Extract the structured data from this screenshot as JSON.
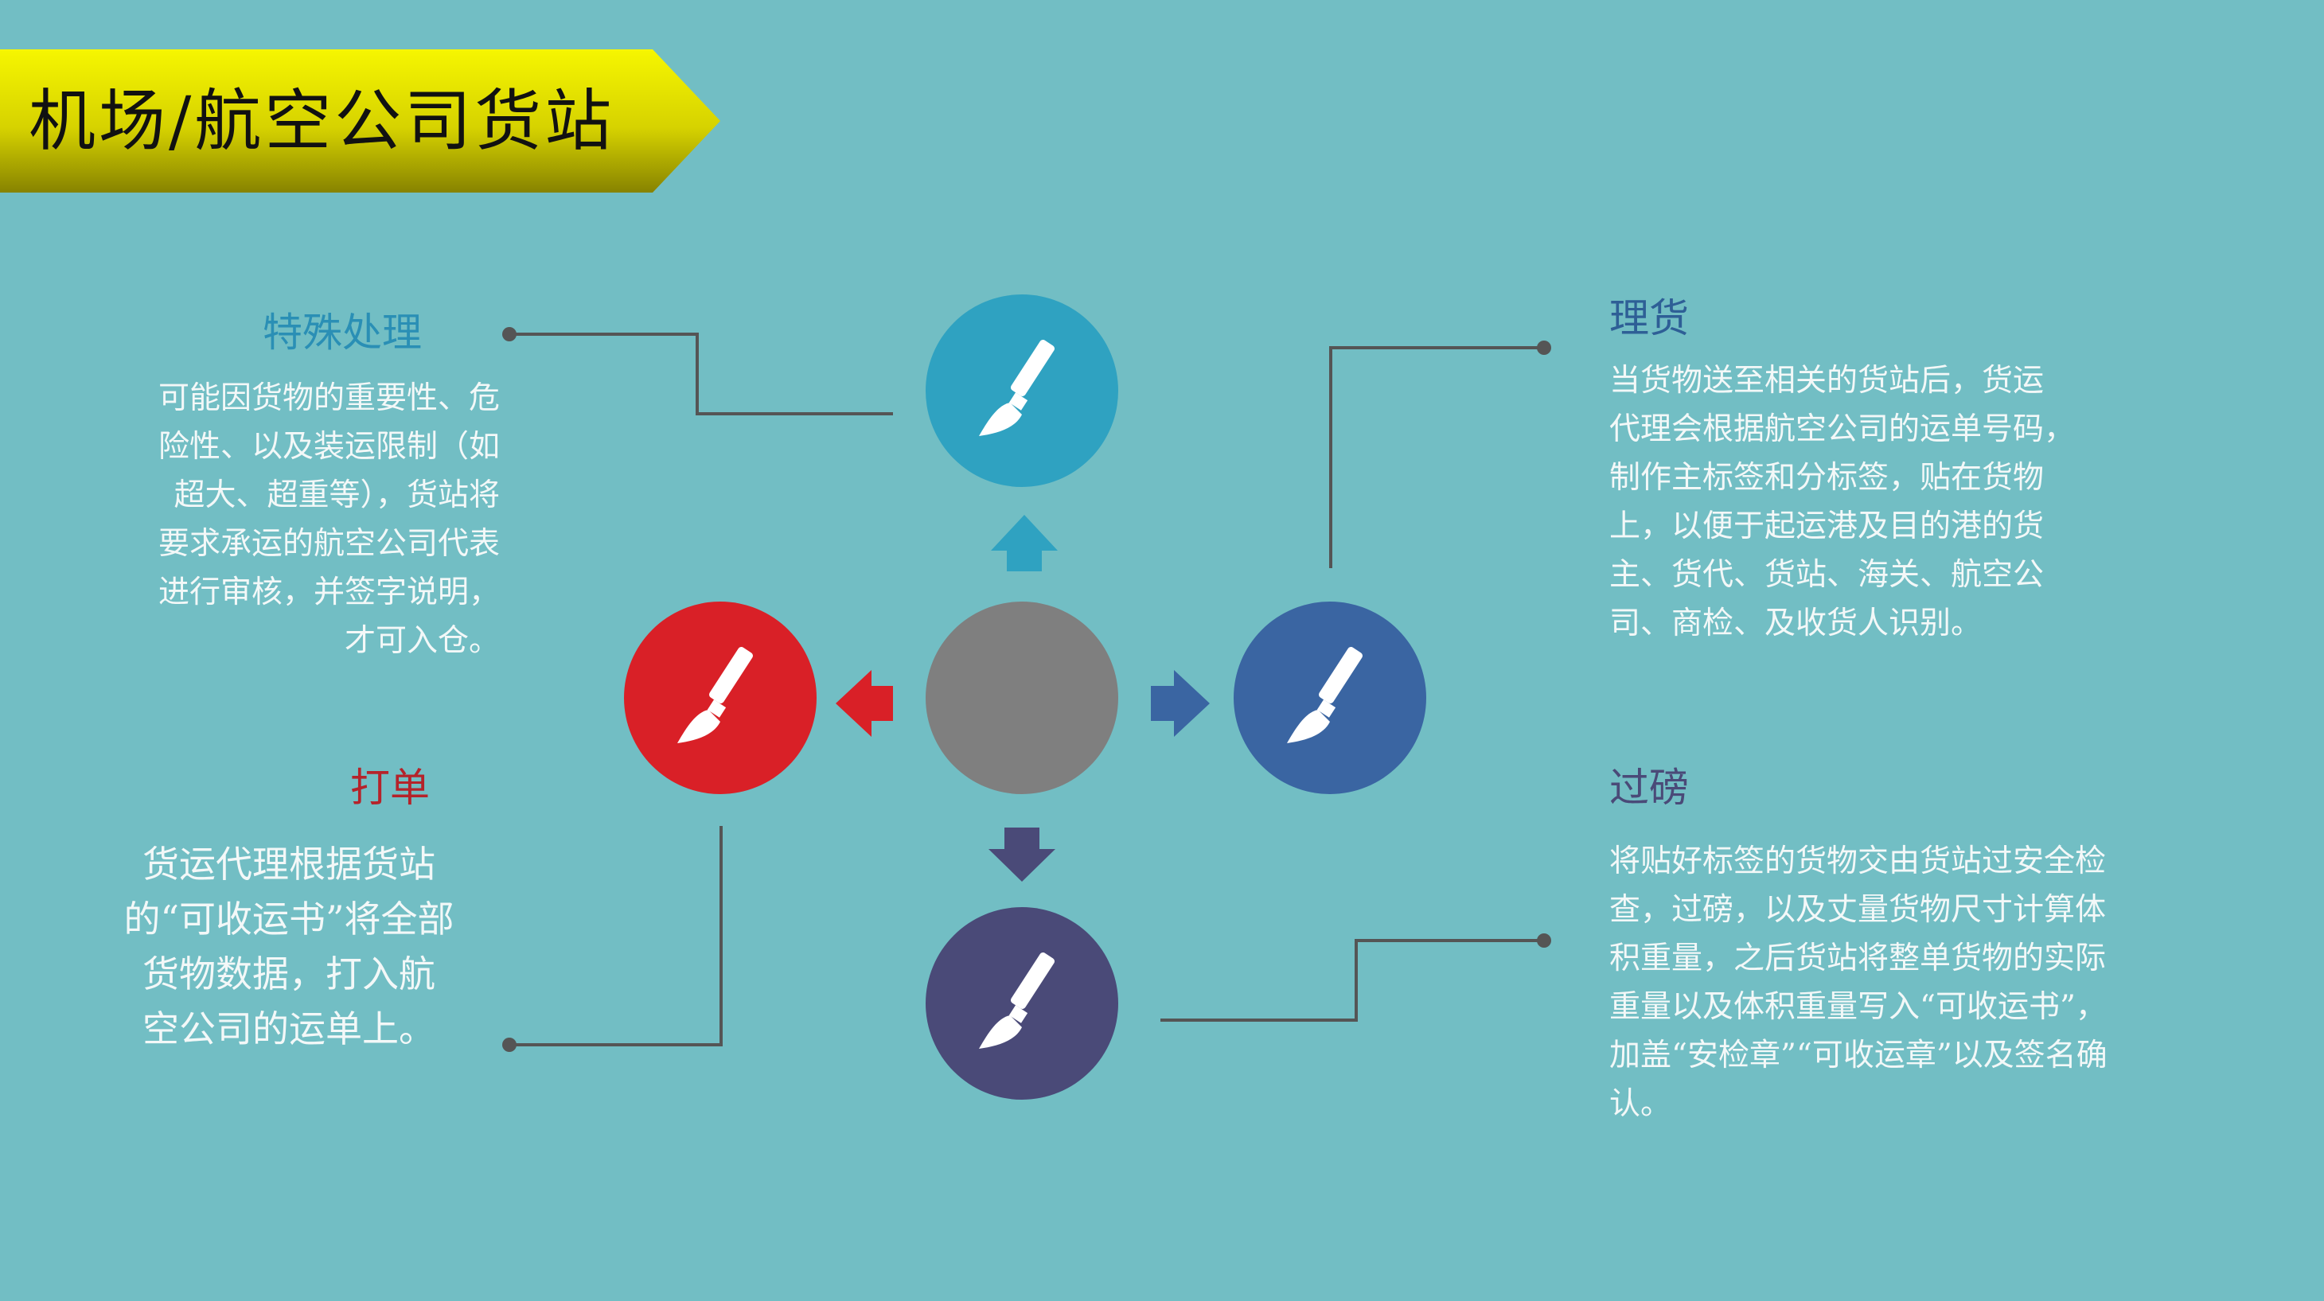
{
  "title": "机场/航空公司货站",
  "colors": {
    "background": "#72bec4",
    "banner_start": "#f4f400",
    "banner_end": "#8a8400",
    "node_top": "#2fa2c1",
    "node_left": "#d92027",
    "node_center": "#7f7f7f",
    "node_right": "#3a65a2",
    "node_bottom": "#4a4a78",
    "connector": "#555555"
  },
  "nodes": {
    "top_icon": "paintbrush-icon",
    "left_icon": "paintbrush-icon",
    "right_icon": "paintbrush-icon",
    "bottom_icon": "paintbrush-icon"
  },
  "sections": {
    "special": {
      "heading": "特殊处理",
      "text": "可能因货物的重要性、危\n险性、以及装运限制（如\n超大、超重等），货站将\n要求承运的航空公司代表\n进行审核，并签字说明，\n才可入仓。"
    },
    "tally": {
      "heading": "理货",
      "text": "当货物送至相关的货站后，货运\n代理会根据航空公司的运单号码，\n制作主标签和分标签，贴在货物\n上，以便于起运港及目的港的货\n主、货代、货站、海关、航空公\n司、商检、及收货人识别。"
    },
    "billing": {
      "heading": "打单",
      "text": "货运代理根据货站\n的“可收运书”将全部\n货物数据，打入航\n空公司的运单上。"
    },
    "weighing": {
      "heading": "过磅",
      "text": "将贴好标签的货物交由货站过安全检\n查，过磅，以及丈量货物尺寸计算体\n积重量，之后货站将整单货物的实际\n重量以及体积重量写入“可收运书”，\n加盖“安检章”“可收运章”以及签名确\n认。"
    }
  }
}
